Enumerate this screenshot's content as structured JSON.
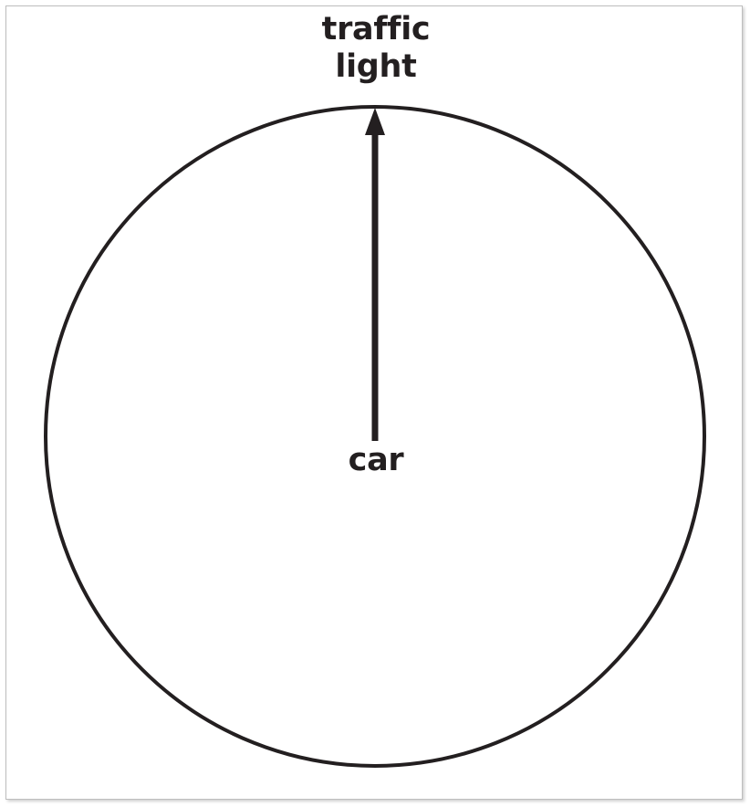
{
  "diagram": {
    "top_label_line1": "traffic",
    "top_label_line2": "light",
    "center_label": "car",
    "colors": {
      "stroke": "#231f20",
      "frame_border": "#bdbdbd",
      "background": "#ffffff"
    }
  }
}
